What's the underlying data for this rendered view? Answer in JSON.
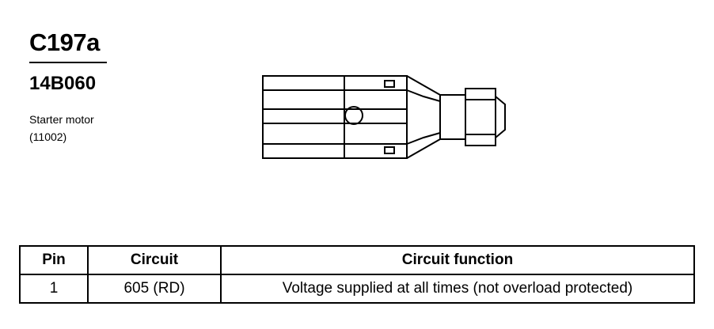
{
  "connector": {
    "id": "C197a",
    "part_number": "14B060",
    "component_name": "Starter motor",
    "component_ref": "(11002)"
  },
  "pin_table": {
    "headers": {
      "pin": "Pin",
      "circuit": "Circuit",
      "function": "Circuit function"
    },
    "rows": [
      {
        "pin": "1",
        "circuit": "605 (RD)",
        "function": "Voltage supplied at all times (not overload protected)"
      }
    ]
  }
}
